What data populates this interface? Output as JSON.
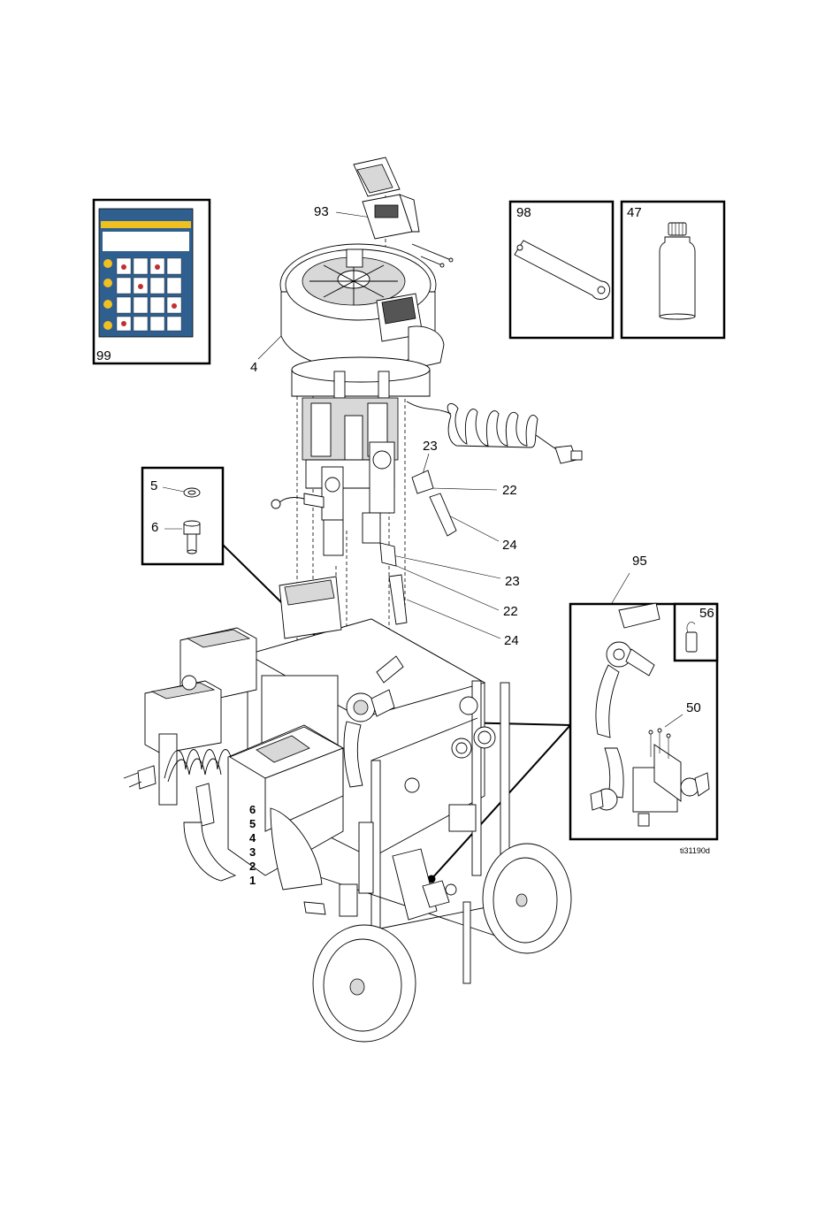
{
  "figure_id": "ti31190d",
  "callouts": {
    "c93": "93",
    "c4": "4",
    "c99": "99",
    "c98": "98",
    "c47": "47",
    "c23a": "23",
    "c22a": "22",
    "c24a": "24",
    "c5": "5",
    "c6": "6",
    "c23b": "23",
    "c22b": "22",
    "c24b": "24",
    "c95": "95",
    "c56": "56",
    "c50": "50"
  },
  "stage_numbers": [
    "6",
    "5",
    "4",
    "3",
    "2",
    "1"
  ],
  "colors": {
    "label_panel": "#2f5f8f",
    "ink": "#000000",
    "paper": "#ffffff"
  }
}
